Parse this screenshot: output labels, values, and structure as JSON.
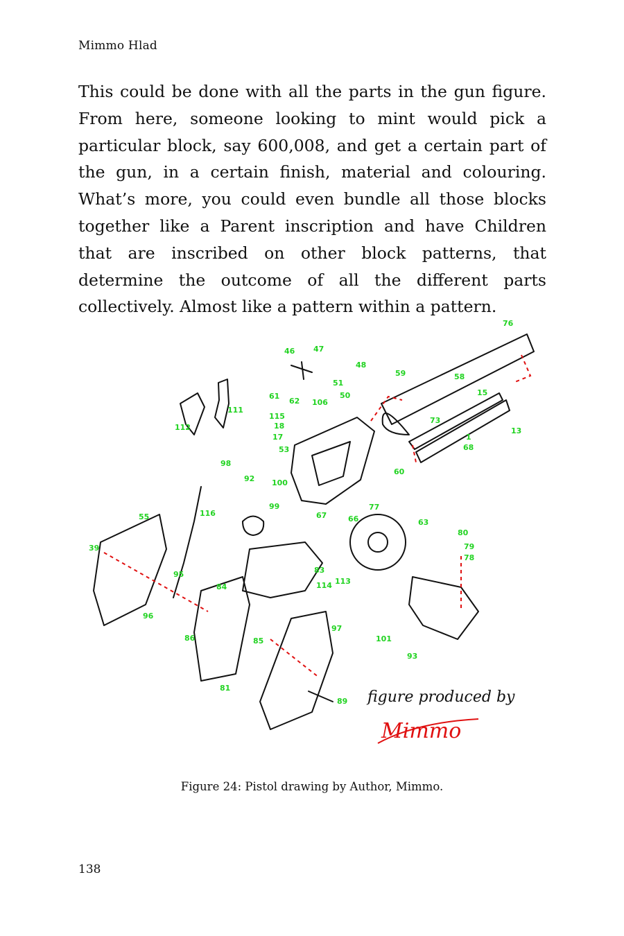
{
  "header": {
    "running_head": "Mimmo Hlad"
  },
  "body": {
    "paragraph": "This could be done with all the parts in the gun figure. From here, someone looking to mint would pick a particular block, say 600,008, and get a certain part of the gun, in a certain finish, material and colouring. What’s more, you could even bundle all those blocks together like a Parent inscription and have Children that are inscribed on other block patterns, that determine the outcome of all the different parts collectively. Almost like a pattern within a pattern."
  },
  "figure": {
    "caption": "Figure 24: Pistol drawing by Author, Mimmo.",
    "credit": "figure produced by",
    "signature": "Mimmo",
    "colors": {
      "part_labels": "#22d322",
      "guide_lines": "#e01010",
      "ink": "#111111"
    },
    "part_labels": [
      "76",
      "46",
      "47",
      "48",
      "59",
      "58",
      "51",
      "50",
      "61",
      "62",
      "106",
      "115",
      "15",
      "73",
      "13",
      "18",
      "17",
      "53",
      "1",
      "68",
      "60",
      "98",
      "112",
      "111",
      "92",
      "100",
      "99",
      "77",
      "116",
      "67",
      "66",
      "63",
      "55",
      "80",
      "79",
      "78",
      "39",
      "95",
      "83",
      "113",
      "114",
      "84",
      "96",
      "86",
      "85",
      "97",
      "101",
      "93",
      "81",
      "89"
    ]
  },
  "footer": {
    "page_number": "138"
  }
}
